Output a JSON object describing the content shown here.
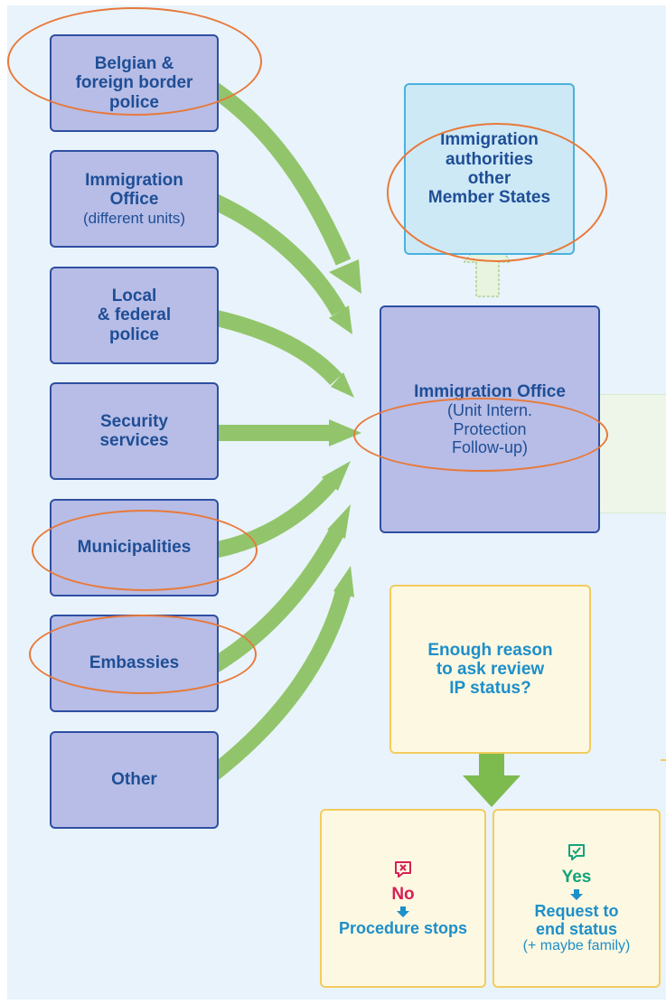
{
  "sources": [
    {
      "id": "border-police",
      "lines": [
        "Belgian &",
        "foreign border",
        "police"
      ],
      "sub": ""
    },
    {
      "id": "immigration-office",
      "lines": [
        "Immigration",
        "Office"
      ],
      "sub": "(different units)"
    },
    {
      "id": "local-federal-police",
      "lines": [
        "Local",
        "& federal",
        "police"
      ],
      "sub": ""
    },
    {
      "id": "security-services",
      "lines": [
        "Security",
        "services"
      ],
      "sub": ""
    },
    {
      "id": "municipalities",
      "lines": [
        "Municipalities"
      ],
      "sub": ""
    },
    {
      "id": "embassies",
      "lines": [
        "Embassies"
      ],
      "sub": ""
    },
    {
      "id": "other",
      "lines": [
        "Other"
      ],
      "sub": ""
    }
  ],
  "member_states": {
    "lines": [
      "Immigration",
      "authorities",
      "other",
      "Member States"
    ]
  },
  "ipfu": {
    "title": "Immigration Office",
    "sub": [
      "(Unit Intern.",
      "Protection",
      "Follow-up)"
    ]
  },
  "review": {
    "lines": [
      "Enough reason",
      "to ask review",
      "IP status?"
    ]
  },
  "outcome_no": {
    "label": "No",
    "result": "Procedure stops"
  },
  "outcome_yes": {
    "label": "Yes",
    "result": [
      "Request to",
      "end status"
    ],
    "note": "(+ maybe family)"
  },
  "colors": {
    "arrow": "#92c56b",
    "highlight": "#e8793a",
    "source_fill": "#b7bde6",
    "source_border": "#2e4fa2",
    "text_dark": "#1f4e96",
    "text_cyan": "#1d8fc9",
    "no_red": "#d61f55",
    "yes_green": "#12a37a"
  },
  "highlighted": [
    "border-police",
    "member-states",
    "ipfu-subtitle",
    "municipalities",
    "embassies"
  ]
}
